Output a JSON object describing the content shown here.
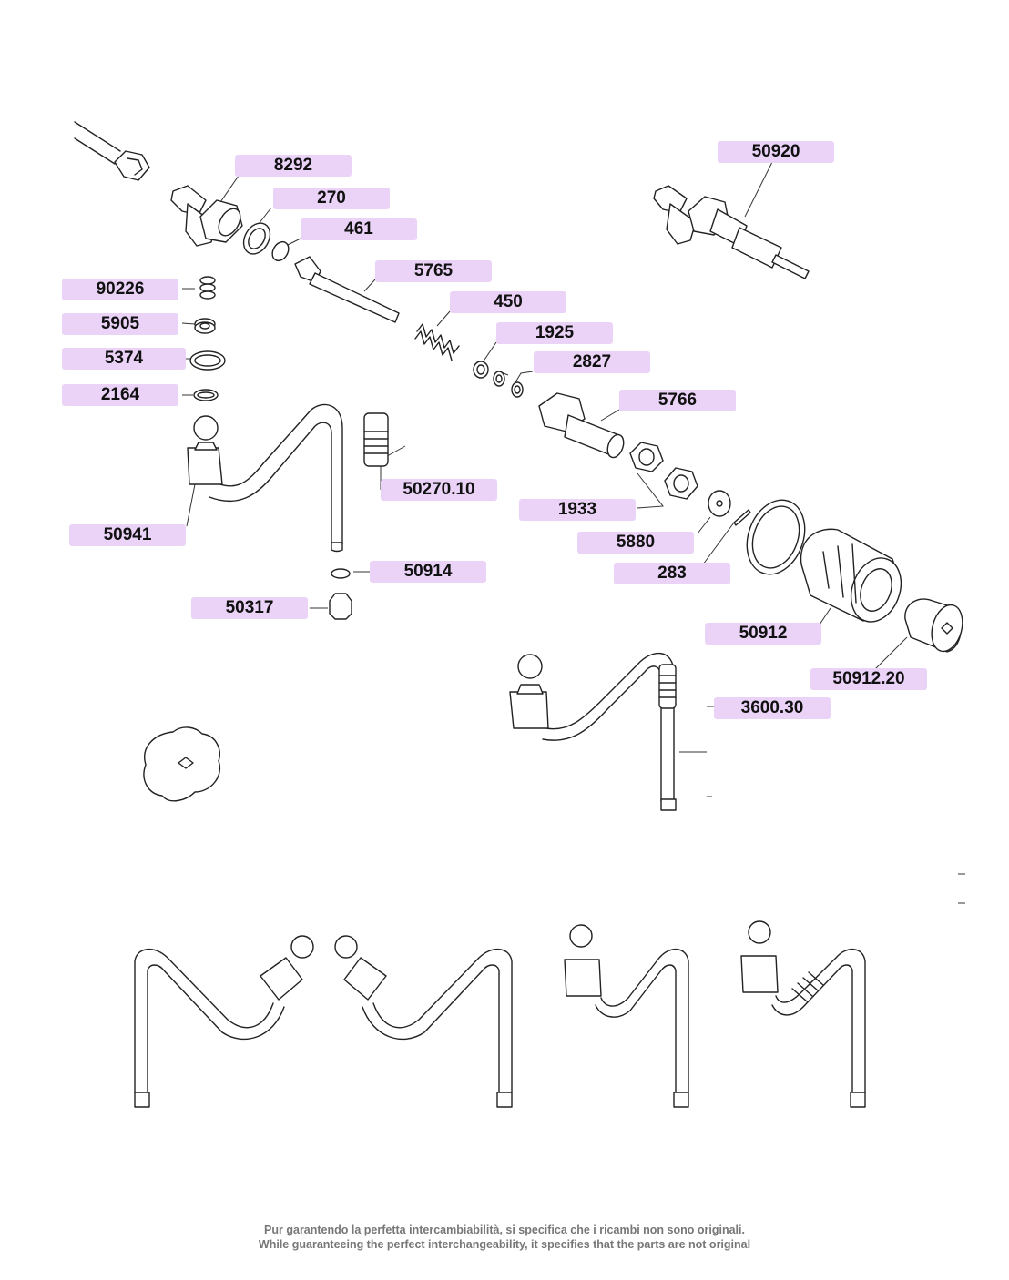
{
  "colors": {
    "label_bg": "#ead3f7",
    "line": "#222222"
  },
  "labels": {
    "p8292": "8292",
    "p50920": "50920",
    "p270": "270",
    "p461": "461",
    "p5765": "5765",
    "p90226": "90226",
    "p450": "450",
    "p5905": "5905",
    "p1925": "1925",
    "p5374": "5374",
    "p2827": "2827",
    "p2164": "2164",
    "p5766": "5766",
    "p50270_10": "50270.10",
    "p1933": "1933",
    "p50941": "50941",
    "p5880": "5880",
    "p50914": "50914",
    "p283": "283",
    "p50317": "50317",
    "p50912": "50912",
    "p50912_20": "50912.20",
    "p3600_30": "3600.30"
  },
  "footer": {
    "line_it": "Pur garantendo la perfetta intercambiabilità, si specifica che i ricambi non sono originali.",
    "line_en": "While guaranteeing the perfect interchangeability, it specifies that the parts are not original"
  }
}
